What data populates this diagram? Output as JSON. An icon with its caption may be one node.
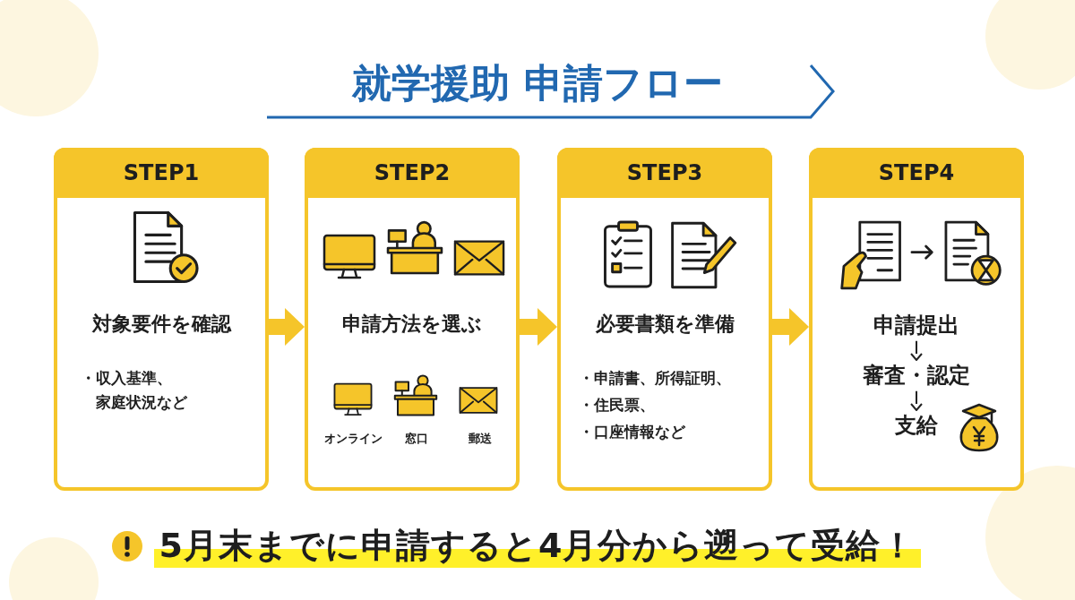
{
  "diagram": {
    "title": "就学援助 申請フロー",
    "nodes": [
      {
        "text": [
          "STEP1",
          "対象要件を確認",
          "・収入基準、家庭状況など"
        ]
      },
      {
        "text": [
          "STEP2",
          "申請方法を選ぶ",
          "オンライン",
          "窓口",
          "郵送"
        ]
      },
      {
        "text": [
          "STEP3",
          "必要書類を準備",
          "・申請書、所得証明、",
          "・住民票、",
          "・口座情報など"
        ]
      },
      {
        "text": [
          "STEP4"
        ]
      },
      {
        "text": [
          "申請提出"
        ],
        "in": 3
      },
      {
        "text": [
          "審査・認定"
        ],
        "in": 3
      },
      {
        "text": [
          "支給"
        ],
        "in": 3
      }
    ],
    "edges": [
      {
        "from": 0,
        "to": 1,
        "arrow": "to"
      },
      {
        "from": 1,
        "to": 2,
        "arrow": "to"
      },
      {
        "from": 2,
        "to": 3,
        "arrow": "to"
      },
      {
        "from": 4,
        "to": 5,
        "arrow": "to",
        "color": "#222222"
      },
      {
        "from": 5,
        "to": 6,
        "arrow": "to",
        "color": "#222222"
      }
    ],
    "labels": [
      "5月末までに申請すると4月分から遡って受給！"
    ]
  }
}
